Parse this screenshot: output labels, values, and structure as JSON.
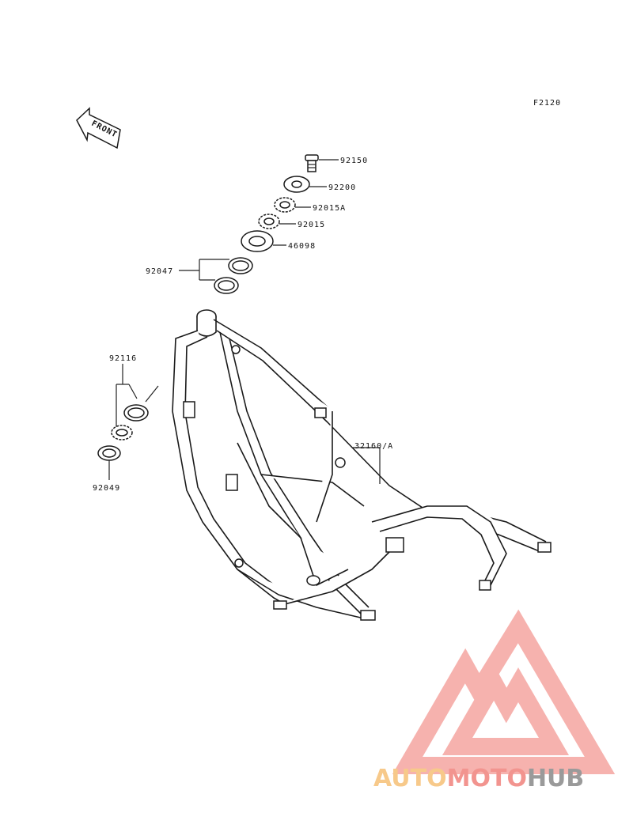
{
  "diagram": {
    "figure_code": "F2120",
    "front_arrow_label": "FRONT",
    "parts": {
      "p92150": "92150",
      "p92200": "92200",
      "p92015A": "92015A",
      "p92015": "92015",
      "p46098": "46098",
      "p92047": "92047",
      "p92116": "92116",
      "p92049": "92049",
      "p32160A": "32160/A"
    }
  },
  "watermark": {
    "brand_part1": "AUTO",
    "brand_part2": "MOTO",
    "brand_part3": "HUB",
    "color_auto": "#f7c98a",
    "color_moto": "#f2948f",
    "color_hub": "#9a9a9a",
    "logo_color": "#f4a5a0"
  }
}
